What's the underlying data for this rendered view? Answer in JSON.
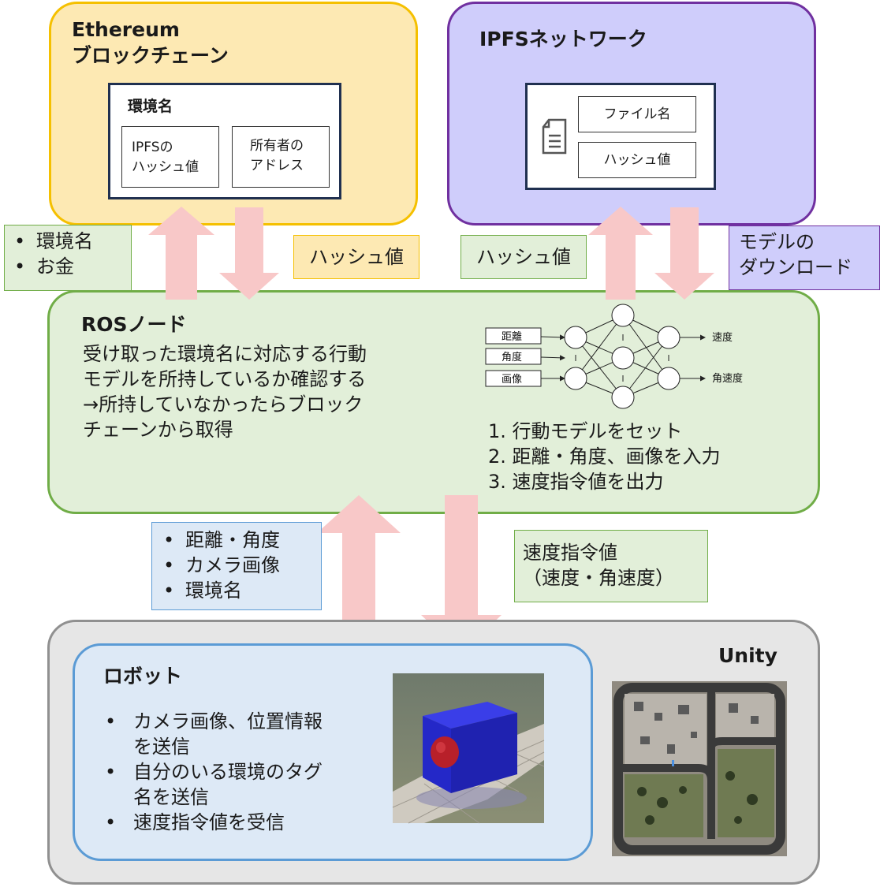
{
  "ethereum": {
    "title_line1": "Ethereum",
    "title_line2": "ブロックチェーン",
    "record_title": "環境名",
    "field_ipfs_line1": "IPFSの",
    "field_ipfs_line2": "ハッシュ値",
    "field_owner_line1": "所有者の",
    "field_owner_line2": "アドレス"
  },
  "ipfs": {
    "title": "IPFSネットワーク",
    "file_name": "ファイル名",
    "hash": "ハッシュ値",
    "file_icon": "document-icon"
  },
  "labels": {
    "to_chain": [
      "環境名",
      "お金"
    ],
    "from_chain": "ハッシュ値",
    "to_ipfs": "ハッシュ値",
    "from_ipfs_line1": "モデルの",
    "from_ipfs_line2": "ダウンロード",
    "to_ros": [
      "距離・角度",
      "カメラ画像",
      "環境名"
    ],
    "to_robot_line1": "速度指令値",
    "to_robot_line2": "（速度・角速度）"
  },
  "ros": {
    "title": "ROSノード",
    "desc_lines": [
      "受け取った環境名に対応する行動",
      "モデルを所持しているか確認する",
      "→所持していなかったらブロック",
      "チェーンから取得"
    ],
    "nn_inputs": [
      "距離",
      "角度",
      "画像"
    ],
    "nn_outputs": [
      "速度",
      "角速度"
    ],
    "steps": [
      "1.  行動モデルをセット",
      "2.  距離・角度、画像を入力",
      "3.  速度指令値を出力"
    ]
  },
  "unity": {
    "title": "Unity",
    "robot_title": "ロボット",
    "robot_items": [
      "カメラ画像、位置情報",
      "を送信",
      "自分のいる環境のタグ",
      "名を送信",
      "速度指令値を受信"
    ]
  },
  "colors": {
    "ethereum_fill": "#fde9b3",
    "ethereum_border": "#f5c000",
    "ipfs_fill": "#cfcdfb",
    "ipfs_border": "#7030a0",
    "ros_fill": "#e2efd9",
    "ros_border": "#70ad47",
    "unity_fill": "#e6e6e6",
    "unity_border": "#909090",
    "robot_fill": "#dde9f6",
    "robot_border": "#5b9bd5",
    "arrow": "#f8c8c8"
  }
}
